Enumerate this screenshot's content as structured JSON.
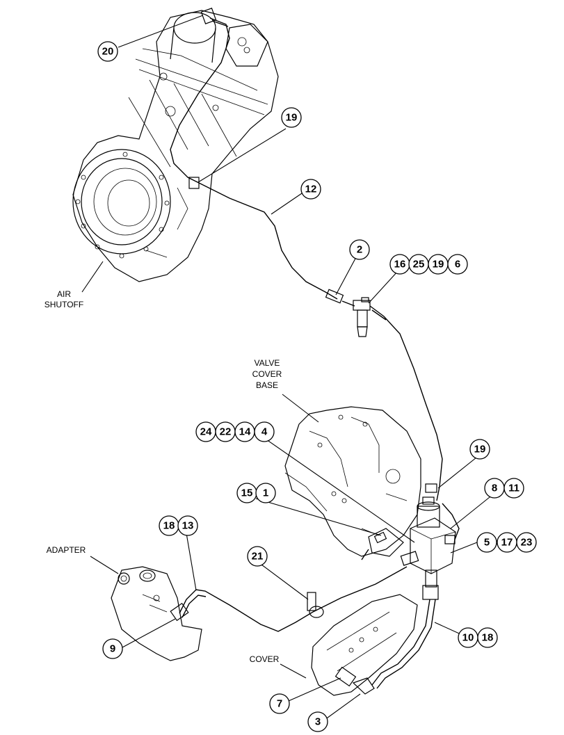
{
  "labels": {
    "air_shutoff_line1": "AIR",
    "air_shutoff_line2": "SHUTOFF",
    "valve_cover_line1": "VALVE",
    "valve_cover_line2": "COVER",
    "valve_cover_line3": "BASE",
    "adapter": "ADAPTER",
    "cover": "COVER"
  },
  "callouts": {
    "c20": "20",
    "c19a": "19",
    "c12": "12",
    "c2": "2",
    "c16": "16",
    "c25": "25",
    "c19b": "19",
    "c6": "6",
    "c24": "24",
    "c22": "22",
    "c14": "14",
    "c4": "4",
    "c19c": "19",
    "c15": "15",
    "c1": "1",
    "c8": "8",
    "c11": "11",
    "c18a": "18",
    "c13": "13",
    "c21": "21",
    "c5": "5",
    "c17": "17",
    "c23": "23",
    "c10": "10",
    "c18b": "18",
    "c9": "9",
    "c7": "7",
    "c3": "3"
  }
}
